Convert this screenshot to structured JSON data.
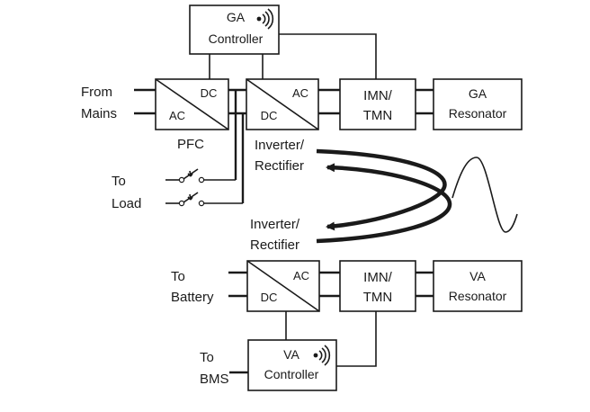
{
  "ga_controller": {
    "line1": "GA",
    "line2": "Controller",
    "icon": "wireless-signal-icon"
  },
  "va_controller": {
    "line1": "VA",
    "line2": "Controller",
    "icon": "wireless-signal-icon"
  },
  "inputs": {
    "from_line1": "From",
    "from_line2": "Mains",
    "load_line1": "To",
    "load_line2": "Load",
    "battery_line1": "To",
    "battery_line2": "Battery",
    "bms_line1": "To",
    "bms_line2": "BMS"
  },
  "pfc": {
    "dc": "DC",
    "ac": "AC",
    "label": "PFC"
  },
  "ga_inverter": {
    "ac": "AC",
    "dc": "DC",
    "label_line1": "Inverter/",
    "label_line2": "Rectifier"
  },
  "va_inverter": {
    "ac": "AC",
    "dc": "DC",
    "label_line1": "Inverter/",
    "label_line2": "Rectifier"
  },
  "ga_imn": {
    "line1": "IMN/",
    "line2": "TMN"
  },
  "va_imn": {
    "line1": "IMN/",
    "line2": "TMN"
  },
  "ga_resonator": {
    "line1": "GA",
    "line2": "Resonator"
  },
  "va_resonator": {
    "line1": "VA",
    "line2": "Resonator"
  },
  "icons": {
    "sine": "sine-wave-icon",
    "switch": "switch-icon",
    "arrow": "power-flow-arrow-icon"
  }
}
